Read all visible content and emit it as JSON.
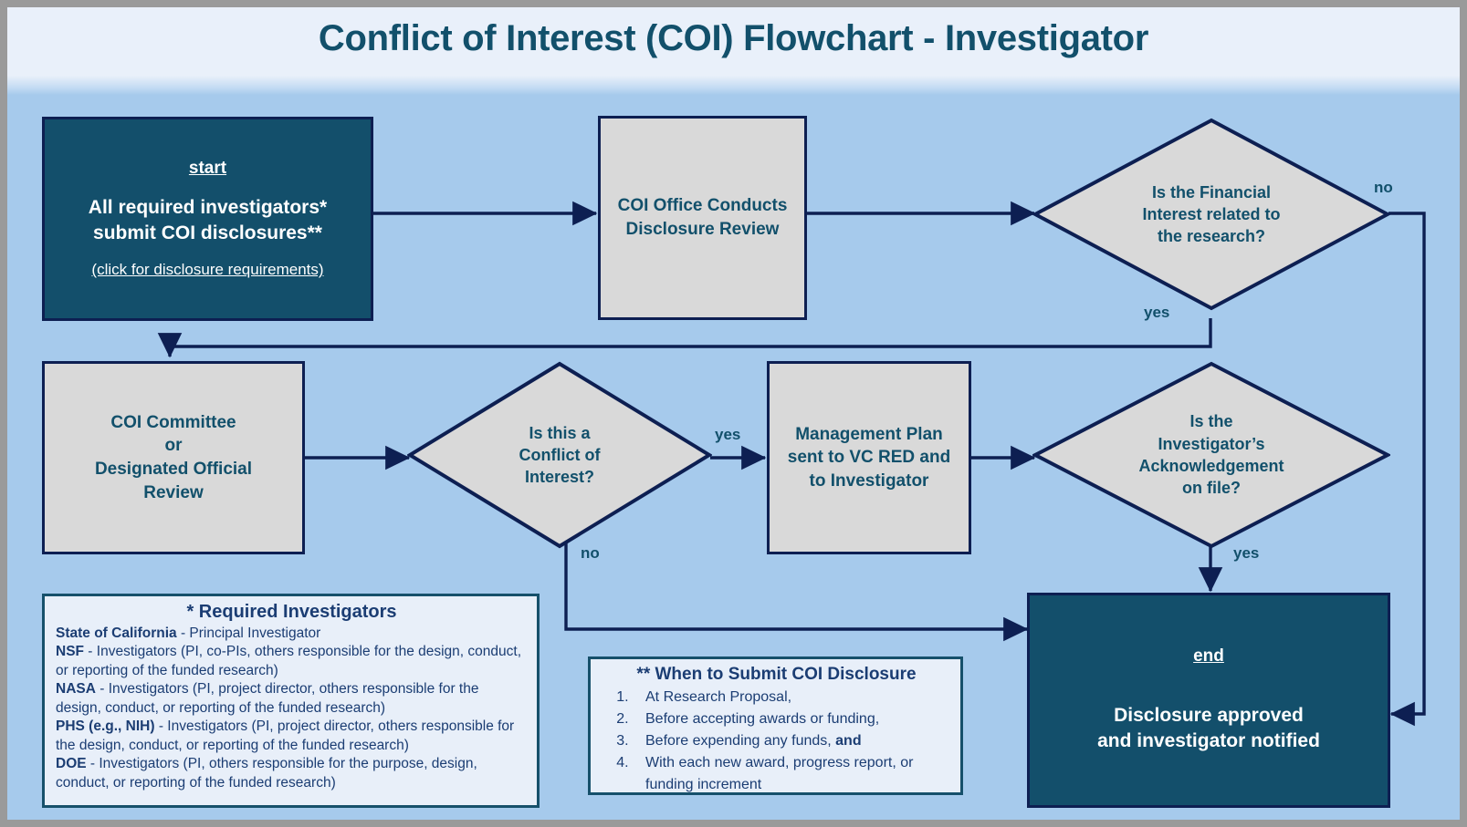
{
  "header": {
    "title": "Conflict of Interest (COI) Flowchart - Investigator"
  },
  "colors": {
    "background": "#a6caec",
    "header_band": "#e9f0fa",
    "terminal_fill": "#134f6b",
    "process_fill": "#d9d9d9",
    "line": "#0d1f52",
    "text_teal": "#12506b",
    "legend_fill": "#e8eff9",
    "frame": "#9a9a9a"
  },
  "nodes": {
    "start": {
      "tag": "start",
      "main": "All required investigators*\nsubmit COI disclosures**",
      "main_line1": "All required investigators*",
      "main_line2": "submit COI disclosures**",
      "link": "(click for disclosure requirements)"
    },
    "coi_office": {
      "line1": "COI Office Conducts",
      "line2": "Disclosure Review"
    },
    "decision_financial": {
      "line1": "Is the Financial",
      "line2": "Interest related to",
      "line3": "the research?"
    },
    "committee": {
      "line1": "COI Committee",
      "line2": "or",
      "line3": "Designated Official",
      "line4": "Review"
    },
    "decision_conflict": {
      "line1": "Is this a",
      "line2": "Conflict of",
      "line3": "Interest?"
    },
    "mgmt_plan": {
      "line1": "Management Plan",
      "line2": "sent to VC RED and",
      "line3": "to Investigator"
    },
    "decision_ack": {
      "line1": "Is the",
      "line2": "Investigator’s",
      "line3": "Acknowledgement",
      "line4": "on file?"
    },
    "end": {
      "tag": "end",
      "line1": "Disclosure approved",
      "line2": "and investigator notified"
    }
  },
  "edge_labels": {
    "financial_no": "no",
    "financial_yes": "yes",
    "conflict_yes": "yes",
    "conflict_no": "no",
    "ack_yes": "yes"
  },
  "legend_investigators": {
    "title": "* Required Investigators",
    "entries": [
      {
        "agency": "State of California",
        "text": " - Principal Investigator"
      },
      {
        "agency": "NSF",
        "text": " - Investigators (PI, co-PIs, others responsible for the design, conduct, or reporting of the funded research)"
      },
      {
        "agency": "NASA",
        "text": " - Investigators (PI, project director, others responsible for the design, conduct, or reporting of the funded research)"
      },
      {
        "agency": "PHS (e.g., NIH)",
        "text": " - Investigators (PI, project director, others responsible for the design, conduct, or reporting of the funded research)"
      },
      {
        "agency": "DOE",
        "text": " - Investigators (PI, others responsible for the purpose, design, conduct, or reporting of the funded research)"
      }
    ]
  },
  "legend_when": {
    "title": "** When to Submit COI Disclosure",
    "items": [
      {
        "text": "At Research Proposal,",
        "bold_tail": ""
      },
      {
        "text": "Before accepting awards or funding,",
        "bold_tail": ""
      },
      {
        "text": "Before expending any funds, ",
        "bold_tail": "and"
      },
      {
        "text": "With each new award, progress report, or funding increment",
        "bold_tail": ""
      }
    ]
  }
}
